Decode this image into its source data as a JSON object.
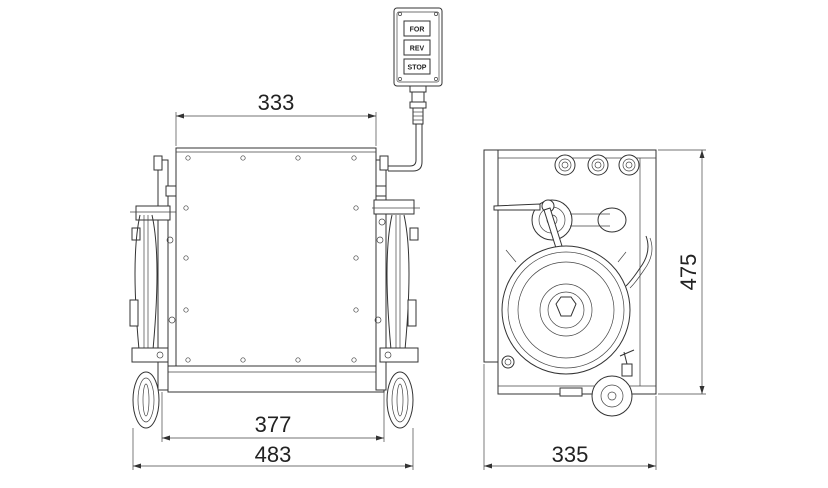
{
  "drawing": {
    "pendant": {
      "buttons": [
        "FOR",
        "REV",
        "STOP"
      ]
    },
    "dimensions": {
      "top_width": "333",
      "inner_width": "377",
      "overall_width": "483",
      "side_depth": "335",
      "side_height": "475"
    }
  }
}
